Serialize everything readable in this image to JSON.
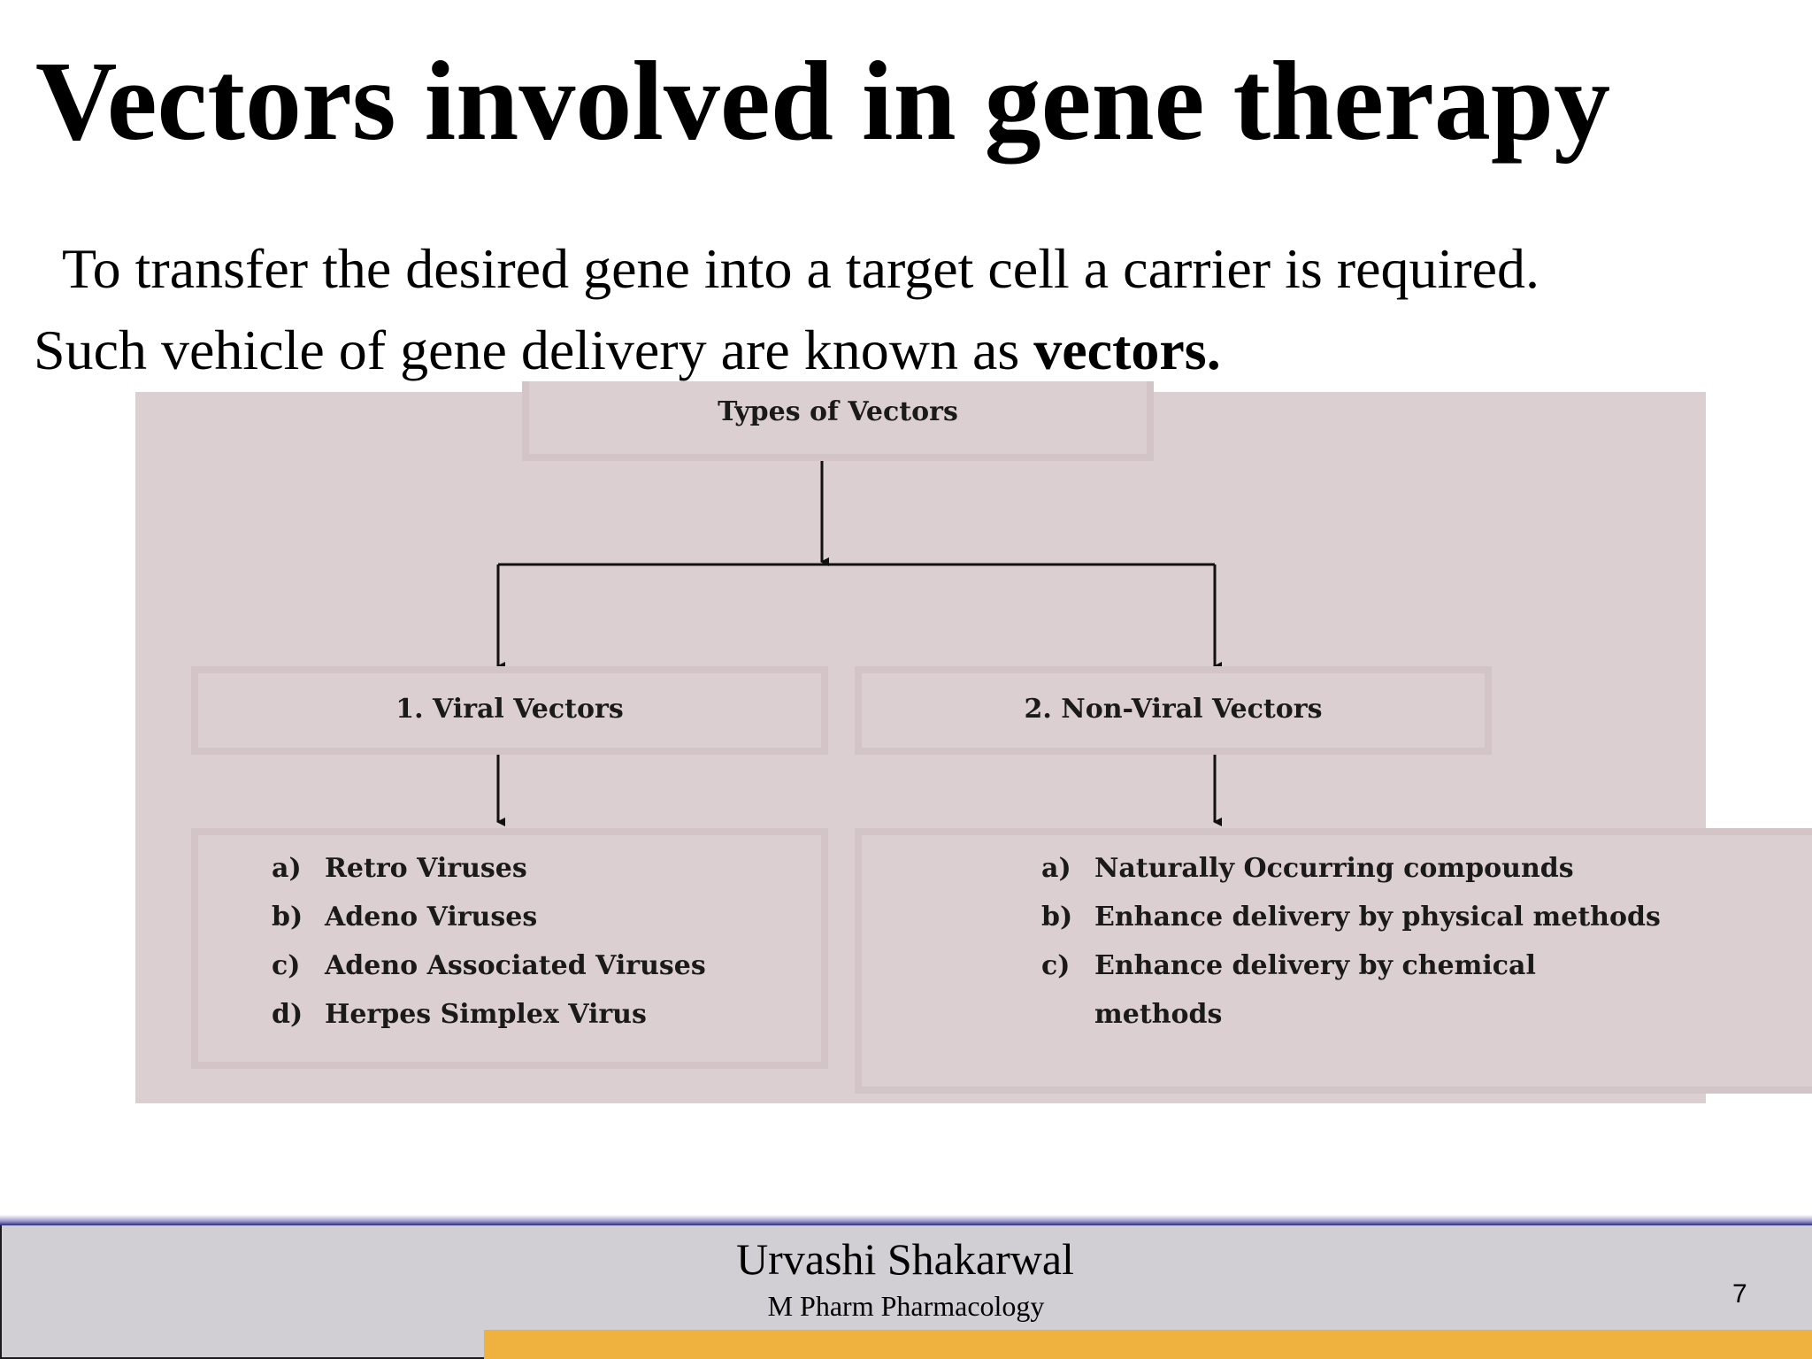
{
  "slide": {
    "title": "Vectors involved in gene therapy",
    "intro_line1": "To transfer the desired gene into a target cell a carrier is required.",
    "intro_line2_prefix": "Such vehicle of gene delivery are known as ",
    "intro_line2_bold": "vectors."
  },
  "diagram": {
    "root": "Types of Vectors",
    "categories": {
      "viral": {
        "label": "1. Viral Vectors",
        "items": [
          {
            "marker": "a)",
            "text": "Retro Viruses"
          },
          {
            "marker": "b)",
            "text": "Adeno Viruses"
          },
          {
            "marker": "c)",
            "text": "Adeno Associated Viruses"
          },
          {
            "marker": "d)",
            "text": "Herpes Simplex Virus"
          }
        ]
      },
      "non_viral": {
        "label": "2. Non-Viral Vectors",
        "items": [
          {
            "marker": "a)",
            "text": "Naturally Occurring compounds"
          },
          {
            "marker": "b)",
            "text": "Enhance delivery by physical methods"
          },
          {
            "marker": "c)",
            "text": "Enhance delivery by chemical methods"
          }
        ]
      }
    },
    "colors": {
      "background": "#dccfd2",
      "box_border": "#d3c4c7",
      "connector": "#111111"
    }
  },
  "footer": {
    "author": "Urvashi Shakarwal",
    "role": "M Pharm Pharmacology",
    "page_number": "7",
    "colors": {
      "panel": "#d1cfd4",
      "accent": "#efb23e",
      "topline": "#2e2a86"
    }
  }
}
